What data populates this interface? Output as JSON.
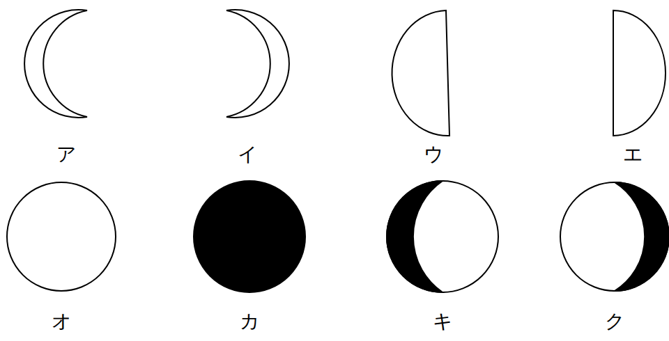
{
  "diagram": {
    "labels": [
      "ア",
      "イ",
      "ウ",
      "エ",
      "オ",
      "カ",
      "キ",
      "ク"
    ]
  }
}
